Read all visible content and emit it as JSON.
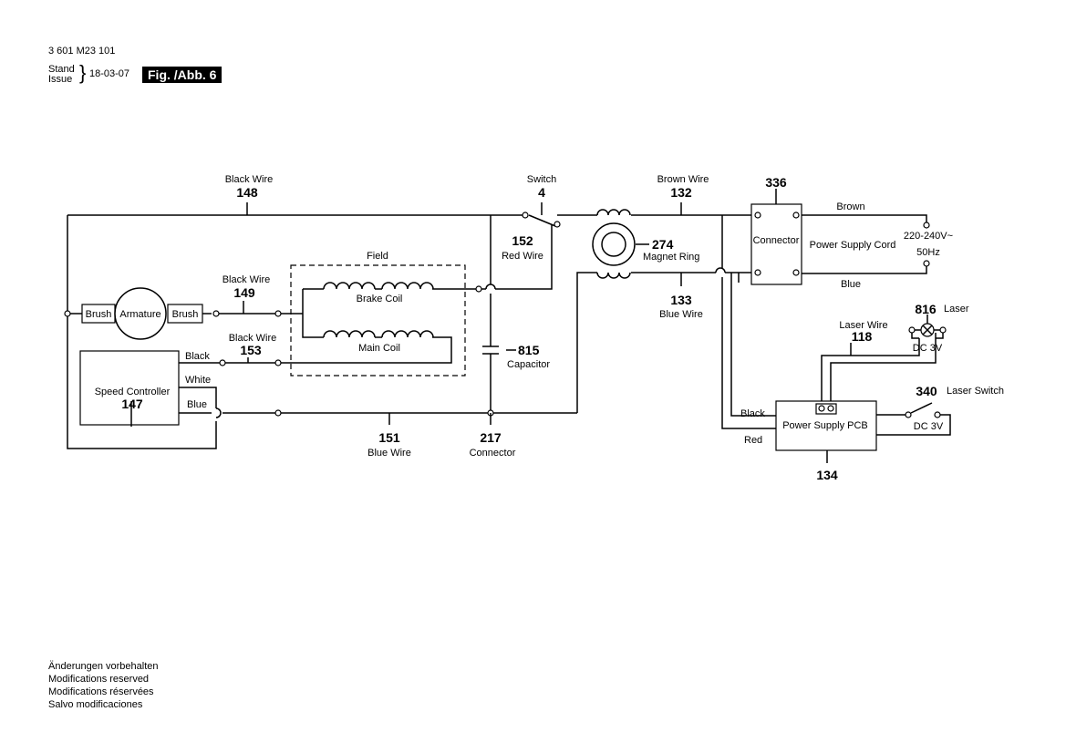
{
  "header": {
    "part_number": "3 601 M23 101",
    "stand": "Stand",
    "issue": "Issue",
    "date": "18-03-07",
    "fig": "Fig. /Abb. 6"
  },
  "components": {
    "black_wire_148": {
      "label": "Black Wire",
      "number": "148"
    },
    "switch_4": {
      "label": "Switch",
      "number": "4"
    },
    "brown_wire_132": {
      "label": "Brown Wire",
      "number": "132"
    },
    "connector_336": {
      "number": "336",
      "label": "Connector"
    },
    "power_supply_cord": "Power Supply Cord",
    "brown": "Brown",
    "blue": "Blue",
    "voltage": "220-240V~",
    "frequency": "50Hz",
    "red_wire_152": {
      "number": "152",
      "label": "Red Wire"
    },
    "magnet_ring_274": {
      "number": "274",
      "label": "Magnet Ring"
    },
    "field": "Field",
    "brake_coil": "Brake Coil",
    "main_coil": "Main Coil",
    "black_wire_149": {
      "label": "Black Wire",
      "number": "149"
    },
    "black_wire_153": {
      "label": "Black Wire",
      "number": "153"
    },
    "brush": "Brush",
    "armature": "Armature",
    "blue_wire_133": {
      "number": "133",
      "label": "Blue Wire"
    },
    "capacitor_815": {
      "number": "815",
      "label": "Capacitor"
    },
    "speed_controller_147": {
      "label": "Speed Controller",
      "number": "147"
    },
    "black": "Black",
    "white": "White",
    "blue_sc": "Blue",
    "blue_wire_151": {
      "number": "151",
      "label": "Blue Wire"
    },
    "connector_217": {
      "number": "217",
      "label": "Connector"
    },
    "laser_816": {
      "number": "816",
      "label": "Laser"
    },
    "laser_wire_118": {
      "label": "Laser Wire",
      "number": "118"
    },
    "dc3v_laser": "DC 3V",
    "laser_switch_340": {
      "number": "340",
      "label": "Laser Switch"
    },
    "dc3v_switch": "DC 3V",
    "power_supply_pcb_134": {
      "label": "Power Supply PCB",
      "number": "134"
    },
    "pcb_black": "Black",
    "pcb_red": "Red"
  },
  "notes": [
    "Änderungen vorbehalten",
    "Modifications reserved",
    "Modifications réservées",
    "Salvo modificaciones"
  ]
}
